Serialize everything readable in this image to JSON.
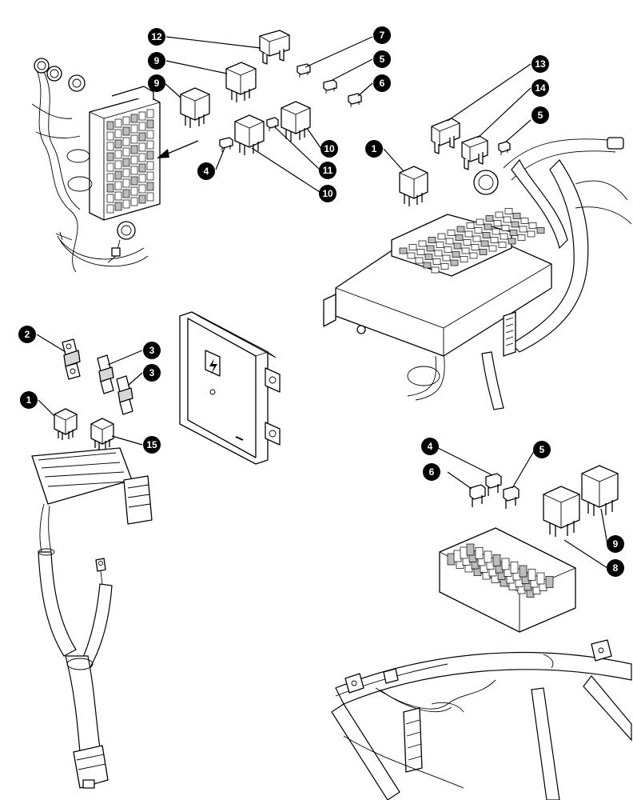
{
  "callouts": [
    {
      "id": "c12a",
      "label": "12"
    },
    {
      "id": "c9a",
      "label": "9"
    },
    {
      "id": "c9b",
      "label": "9"
    },
    {
      "id": "c7",
      "label": "7"
    },
    {
      "id": "c5a",
      "label": "5"
    },
    {
      "id": "c6a",
      "label": "6"
    },
    {
      "id": "c10a",
      "label": "10"
    },
    {
      "id": "c11",
      "label": "11"
    },
    {
      "id": "c10b",
      "label": "10"
    },
    {
      "id": "c4a",
      "label": "4"
    },
    {
      "id": "c13",
      "label": "13"
    },
    {
      "id": "c14",
      "label": "14"
    },
    {
      "id": "c5b",
      "label": "5"
    },
    {
      "id": "c1a",
      "label": "1"
    },
    {
      "id": "c2",
      "label": "2"
    },
    {
      "id": "c3a",
      "label": "3"
    },
    {
      "id": "c3b",
      "label": "3"
    },
    {
      "id": "c1b",
      "label": "1"
    },
    {
      "id": "c15",
      "label": "15"
    },
    {
      "id": "c4b",
      "label": "4"
    },
    {
      "id": "c5c",
      "label": "5"
    },
    {
      "id": "c6b",
      "label": "6"
    },
    {
      "id": "c9c",
      "label": "9"
    },
    {
      "id": "c8",
      "label": "8"
    }
  ]
}
